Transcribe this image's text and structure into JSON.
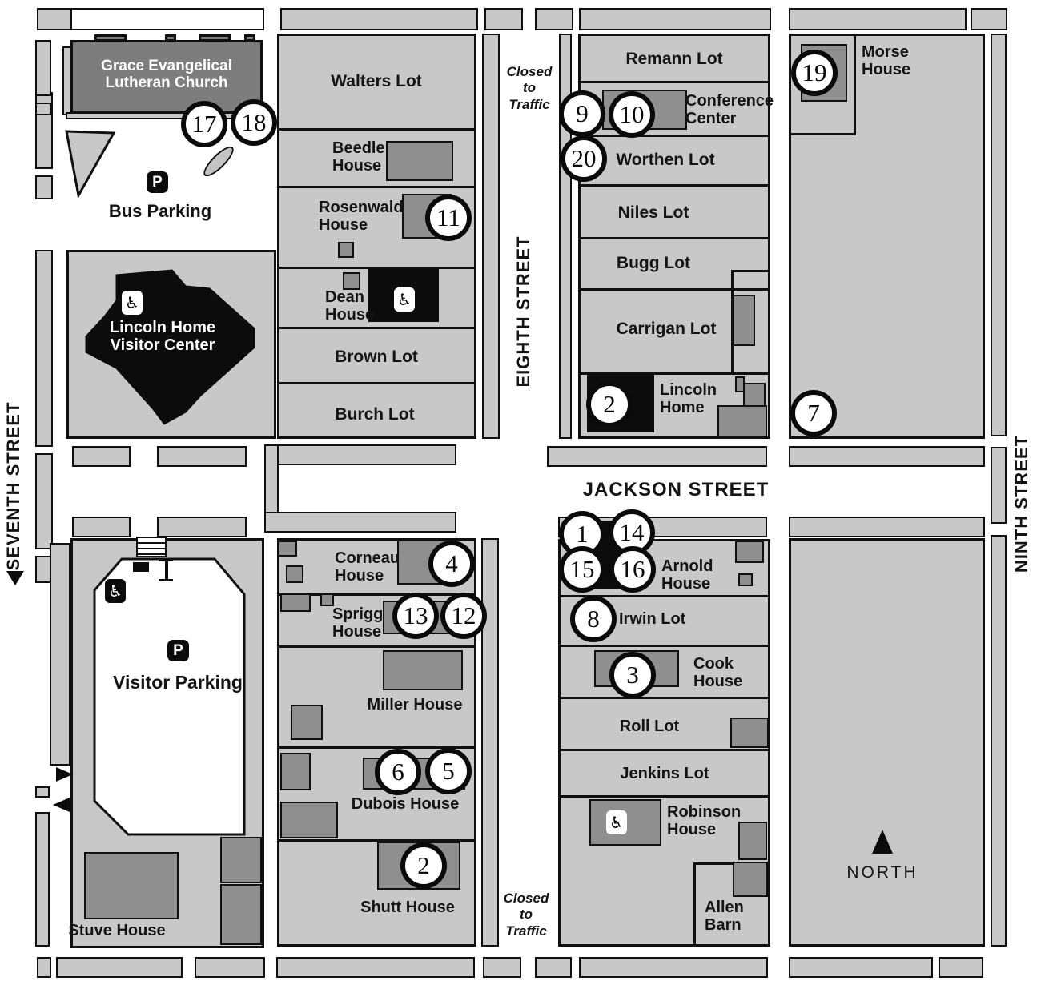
{
  "streets": {
    "seventh": "SEVENTH STREET",
    "eighth": "EIGHTH STREET",
    "ninth": "NINTH STREET",
    "jackson": "JACKSON STREET",
    "closed_to_traffic": "Closed\nto\nTraffic"
  },
  "areas": {
    "church": "Grace Evangelical\nLutheran Church",
    "bus_parking": "Bus Parking",
    "visitor_center": "Lincoln Home\nVisitor Center",
    "visitor_parking": "Visitor Parking",
    "walters_lot": "Walters Lot",
    "beedle_house": "Beedle\nHouse",
    "rosenwald_house": "Rosenwald\nHouse",
    "dean_house": "Dean\nHouse",
    "brown_lot": "Brown Lot",
    "burch_lot": "Burch Lot",
    "remann_lot": "Remann Lot",
    "conference_center": "Conference\nCenter",
    "worthen_lot": "Worthen Lot",
    "niles_lot": "Niles Lot",
    "bugg_lot": "Bugg Lot",
    "carrigan_lot": "Carrigan Lot",
    "lincoln_home": "Lincoln\nHome",
    "morse_house": "Morse\nHouse",
    "corneau_house": "Corneau\nHouse",
    "sprigg_house": "Sprigg\nHouse",
    "miller_house": "Miller House",
    "dubois_house": "Dubois House",
    "shutt_house": "Shutt House",
    "arnold_house": "Arnold\nHouse",
    "irwin_lot": "Irwin Lot",
    "cook_house": "Cook\nHouse",
    "roll_lot": "Roll Lot",
    "jenkins_lot": "Jenkins Lot",
    "robinson_house": "Robinson\nHouse",
    "allen_barn": "Allen\nBarn",
    "stuve_house": "Stuve House",
    "north": "NORTH"
  },
  "markers": {
    "m1": "1",
    "m2_lincoln": "2",
    "m2_shutt": "2",
    "m3": "3",
    "m4": "4",
    "m5": "5",
    "m6": "6",
    "m7": "7",
    "m8": "8",
    "m9": "9",
    "m10": "10",
    "m11": "11",
    "m12": "12",
    "m13": "13",
    "m14": "14",
    "m15": "15",
    "m16": "16",
    "m17": "17",
    "m18": "18",
    "m19": "19",
    "m20": "20"
  },
  "icons": {
    "parking": "P",
    "wheelchair": "♿"
  },
  "colors": {
    "block_gray": "#c8c8c8",
    "building_gray": "#8f8f8f",
    "church_gray": "#7d7d7d",
    "black": "#0c0c0c",
    "white": "#ffffff"
  }
}
